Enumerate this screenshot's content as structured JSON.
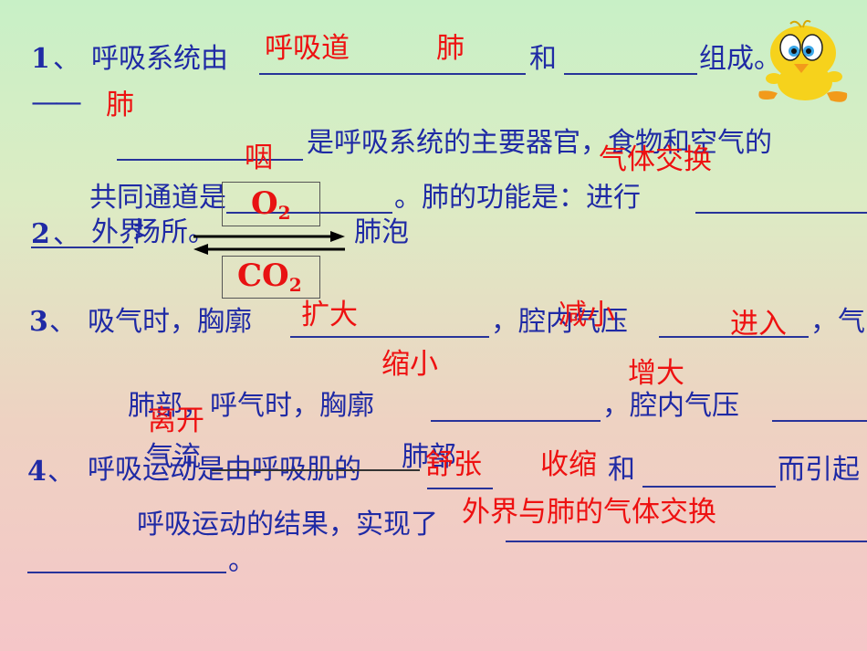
{
  "q1": {
    "line1": {
      "num": "1",
      "sep": "、",
      "text_a": "呼吸系统由",
      "text_b": "和",
      "text_c": "组成。其中",
      "ans1": "呼吸道",
      "ans2": "肺"
    },
    "line2": {
      "dash": "——",
      "ans": "肺"
    },
    "line3": {
      "text": "是呼吸系统的主要器官，食物和空气的",
      "ans_pharynx": "咽",
      "ans_exchange": "气体交换"
    },
    "line4": {
      "text_a": "共同通道是",
      "text_b": "。肺的功能是：进行"
    }
  },
  "q2": {
    "num": "2",
    "sep": "、",
    "text_a": "外界",
    "text_b": "场所。",
    "alveoli": "肺泡",
    "o2": {
      "base": "O",
      "sub": "2"
    },
    "co2": {
      "base": "CO",
      "sub": "2"
    }
  },
  "q3": {
    "line1": {
      "num": "3",
      "sep": "、",
      "text_a": "吸气时，胸廓",
      "text_b": "，腔内气压",
      "text_c": "，气",
      "ans1": "扩大",
      "ans2": "减小",
      "ans3": "进入"
    },
    "mid": {
      "ans4": "缩小",
      "ans5": "增大"
    },
    "line2": {
      "text_a": "肺部，呼气时，胸廓",
      "text_b": "，腔内气压",
      "ans6": "离开"
    },
    "line3": {
      "text_a": "气流",
      "text_b": "肺部"
    }
  },
  "q4": {
    "line1": {
      "num": "4",
      "sep": "、",
      "text_a": "呼吸运动是由呼吸肌的",
      "text_b": "和",
      "text_c": "而引起",
      "ans1": "舒张",
      "ans2": "收缩"
    },
    "line2": {
      "text": "呼吸运动的结果，实现了",
      "ans": "外界与肺的气体交换"
    },
    "line3": {
      "end": "。"
    }
  },
  "decoration": {
    "icon": "cartoon-bird-icon"
  }
}
